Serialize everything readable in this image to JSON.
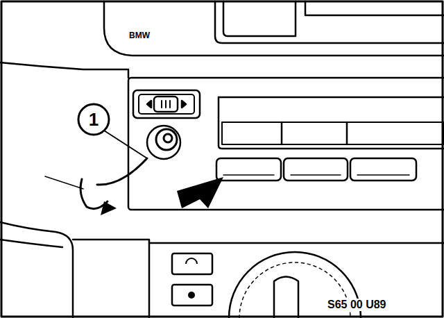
{
  "diagram": {
    "labels": [
      "BMW",
      "1",
      "S65 00 U89"
    ]
  }
}
